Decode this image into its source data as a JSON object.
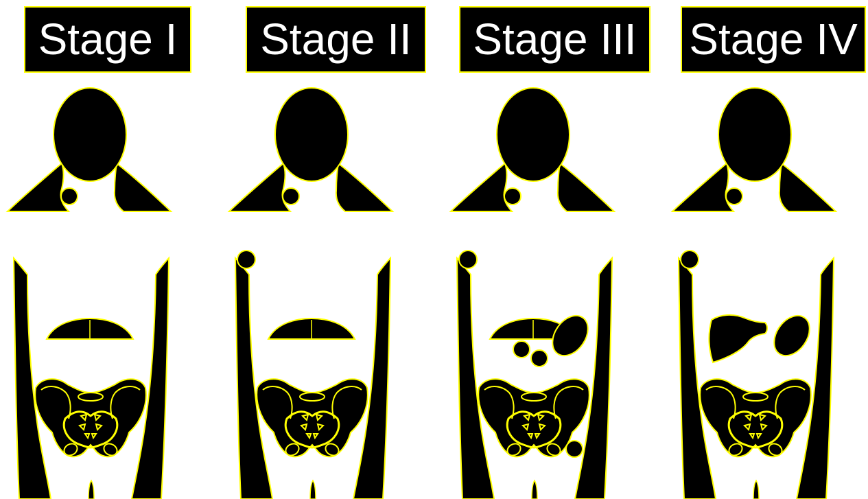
{
  "colors": {
    "fill": "#000000",
    "outline": "#ffff00",
    "label_text": "#ffffff",
    "background": "#ffffff"
  },
  "stages": [
    {
      "label": "Stage I",
      "axillary_node": false,
      "spleen": false,
      "abdominal_nodes": false,
      "pelvic_node": false,
      "liver": false
    },
    {
      "label": "Stage II",
      "axillary_node": true,
      "spleen": false,
      "abdominal_nodes": false,
      "pelvic_node": false,
      "liver": false
    },
    {
      "label": "Stage III",
      "axillary_node": true,
      "spleen": true,
      "abdominal_nodes": true,
      "pelvic_node": true,
      "liver": false
    },
    {
      "label": "Stage IV",
      "axillary_node": true,
      "spleen": true,
      "abdominal_nodes": false,
      "pelvic_node": false,
      "liver": true
    }
  ]
}
